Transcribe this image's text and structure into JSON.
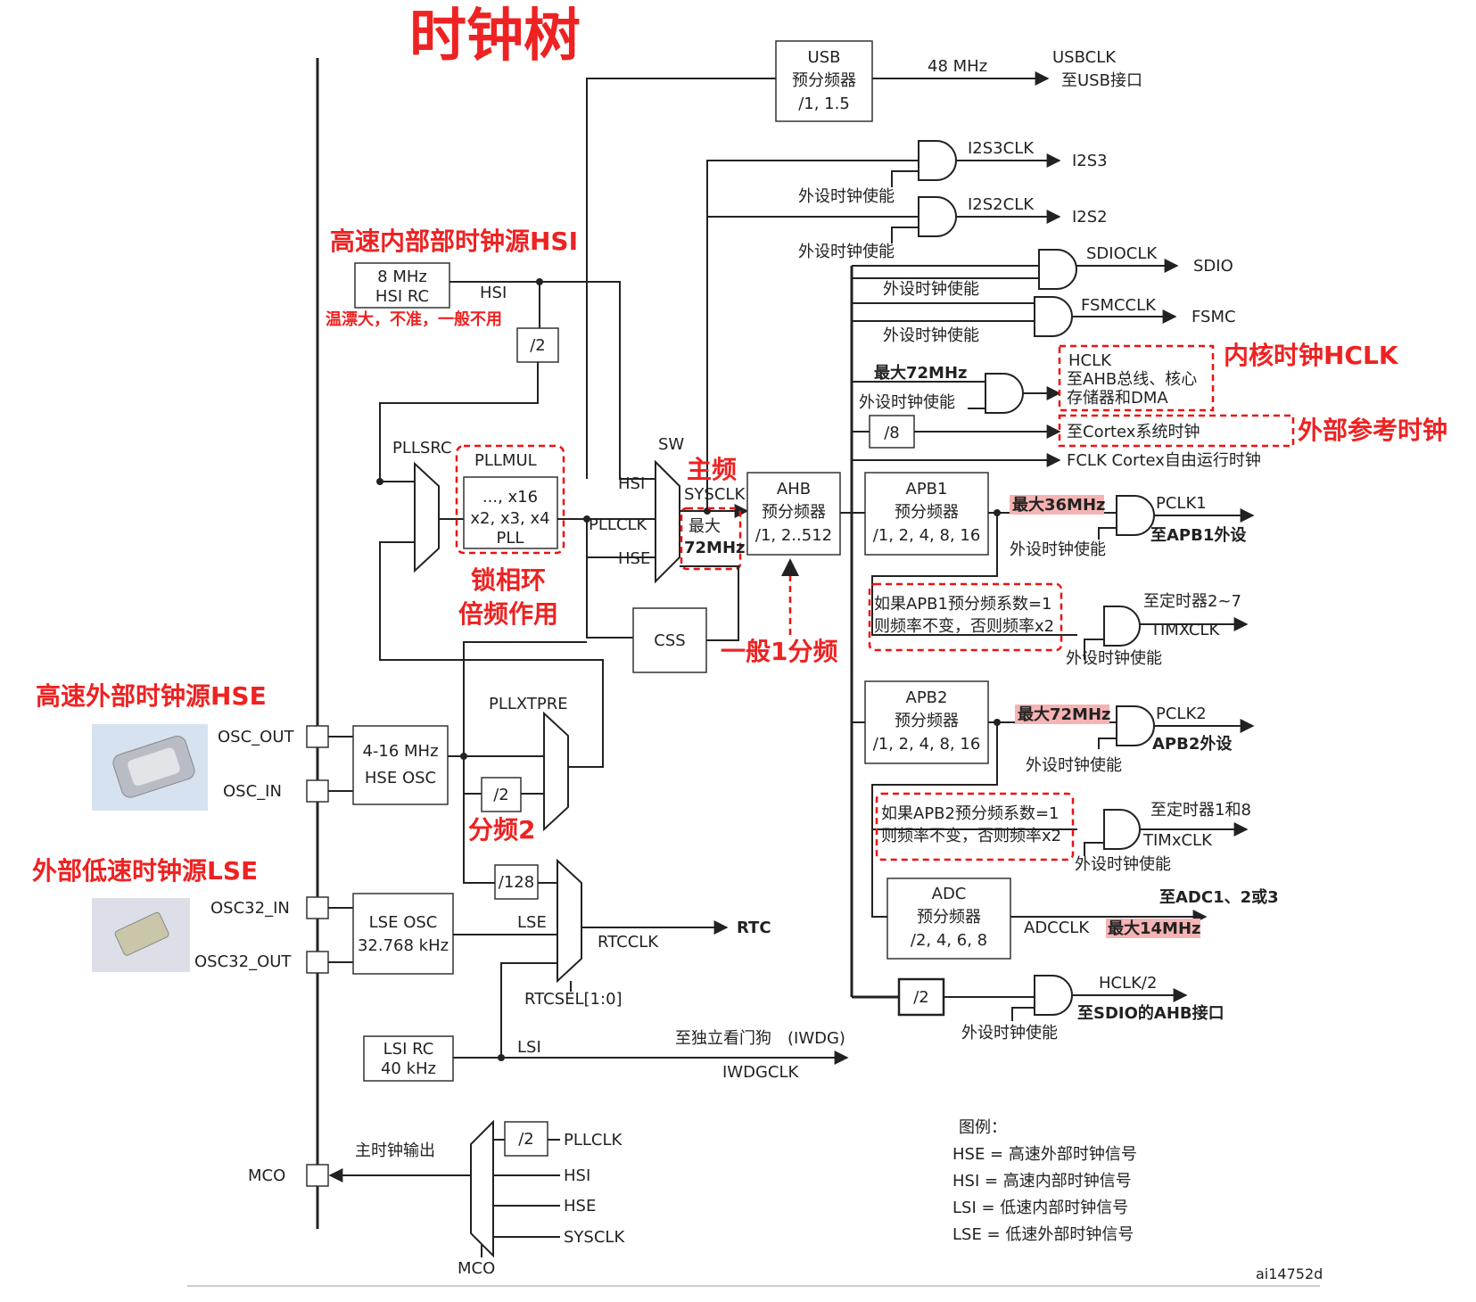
{
  "title": "时钟树",
  "usb": {
    "box_line1": "USB",
    "box_line2": "预分频器",
    "box_line3": "/1, 1.5",
    "freq": "48 MHz",
    "out": "USBCLK",
    "dest": "至USB接口"
  },
  "i2s3": {
    "clk": "I2S3CLK",
    "out": "I2S3",
    "en": "外设时钟使能"
  },
  "i2s2": {
    "clk": "I2S2CLK",
    "out": "I2S2",
    "en": "外设时钟使能"
  },
  "sdio": {
    "clk": "SDIOCLK",
    "out": "SDIO",
    "en": "外设时钟使能"
  },
  "fsmc": {
    "clk": "FSMCCLK",
    "out": "FSMC",
    "en": "外设时钟使能"
  },
  "hclk": {
    "max": "最大72MHz",
    "en": "外设时钟使能",
    "title": "HCLK",
    "line1": "至AHB总线、核心",
    "line2": "存储器和DMA",
    "note": "内核时钟HCLK"
  },
  "cortex": {
    "div": "/8",
    "text": "至Cortex系统时钟",
    "note": "外部参考时钟"
  },
  "fclk": {
    "text": "FCLK Cortex自由运行时钟"
  },
  "hsi": {
    "note": "高速内部部时钟源HSI",
    "box_line1": "8 MHz",
    "box_line2": "HSI RC",
    "comment": "温漂大，不准，一般不用",
    "wire": "HSI",
    "div": "/2"
  },
  "pll": {
    "pllsrc": "PLLSRC",
    "pllmul": "PLLMUL",
    "line1": "..., x16",
    "line2": "x2, x3, x4",
    "line3": "PLL",
    "note1": "锁相环",
    "note2": "倍频作用"
  },
  "sw": {
    "label": "SW",
    "hsi": "HSI",
    "pllclk": "PLLCLK",
    "hse": "HSE",
    "main": "主频",
    "sysclk": "SYSCLK",
    "max1": "最大",
    "max2": "72MHz"
  },
  "ahb": {
    "line1": "AHB",
    "line2": "预分频器",
    "line3": "/1, 2..512",
    "note": "一般1分频"
  },
  "css": {
    "label": "CSS"
  },
  "apb1": {
    "line1": "APB1",
    "line2": "预分频器",
    "line3": "/1, 2, 4, 8, 16",
    "max": "最大36MHz",
    "pclk": "PCLK1",
    "dest": "至APB1外设",
    "en": "外设时钟使能",
    "cond1": "如果APB1预分频系数=1",
    "cond2": "则频率不变，否则频率x2",
    "tim_dest": "至定时器2~7",
    "tim_clk": "TIMXCLK",
    "tim_en": "外设时钟使能"
  },
  "apb2": {
    "line1": "APB2",
    "line2": "预分频器",
    "line3": "/1, 2, 4, 8, 16",
    "max": "最大72MHz",
    "pclk": "PCLK2",
    "dest": "APB2外设",
    "en": "外设时钟使能",
    "cond1": "如果APB2预分频系数=1",
    "cond2": "则频率不变，否则频率x2",
    "tim_dest": "至定时器1和8",
    "tim_clk": "TIMxCLK",
    "tim_en": "外设时钟使能"
  },
  "adc": {
    "line1": "ADC",
    "line2": "预分频器",
    "line3": "/2, 4, 6, 8",
    "clk": "ADCCLK",
    "max": "最大14MHz",
    "dest": "至ADC1、2或3"
  },
  "hclk2": {
    "div": "/2",
    "out": "HCLK/2",
    "dest": "至SDIO的AHB接口",
    "en": "外设时钟使能"
  },
  "hse": {
    "note": "高速外部时钟源HSE",
    "pin_out": "OSC_OUT",
    "pin_in": "OSC_IN",
    "box_line1": "4-16 MHz",
    "box_line2": "HSE OSC",
    "pllxtpre": "PLLXTPRE",
    "div": "/2",
    "div_note": "分频2"
  },
  "lse": {
    "note": "外部低速时钟源LSE",
    "pin_in": "OSC32_IN",
    "pin_out": "OSC32_OUT",
    "box_line1": "LSE OSC",
    "box_line2": "32.768 kHz",
    "wire": "LSE",
    "div128": "/128",
    "rtcclk": "RTCCLK",
    "rtc": "RTC",
    "rtcsel": "RTCSEL[1:0]"
  },
  "lsi": {
    "box_line1": "LSI RC",
    "box_line2": "40 kHz",
    "wire": "LSI",
    "dest": "至独立看门狗　(IWDG)",
    "clk": "IWDGCLK"
  },
  "mco": {
    "pin": "MCO",
    "label": "主时钟输出",
    "div": "/2",
    "in1": "PLLCLK",
    "in2": "HSI",
    "in3": "HSE",
    "in4": "SYSCLK",
    "mux": "MCO"
  },
  "legend": {
    "title": "图例：",
    "l1": "HSE = 高速外部时钟信号",
    "l2": "HSI = 高速内部时钟信号",
    "l3": "LSI = 低速内部时钟信号",
    "l4": "LSE = 低速外部时钟信号"
  },
  "figure_id": "ai14752d"
}
